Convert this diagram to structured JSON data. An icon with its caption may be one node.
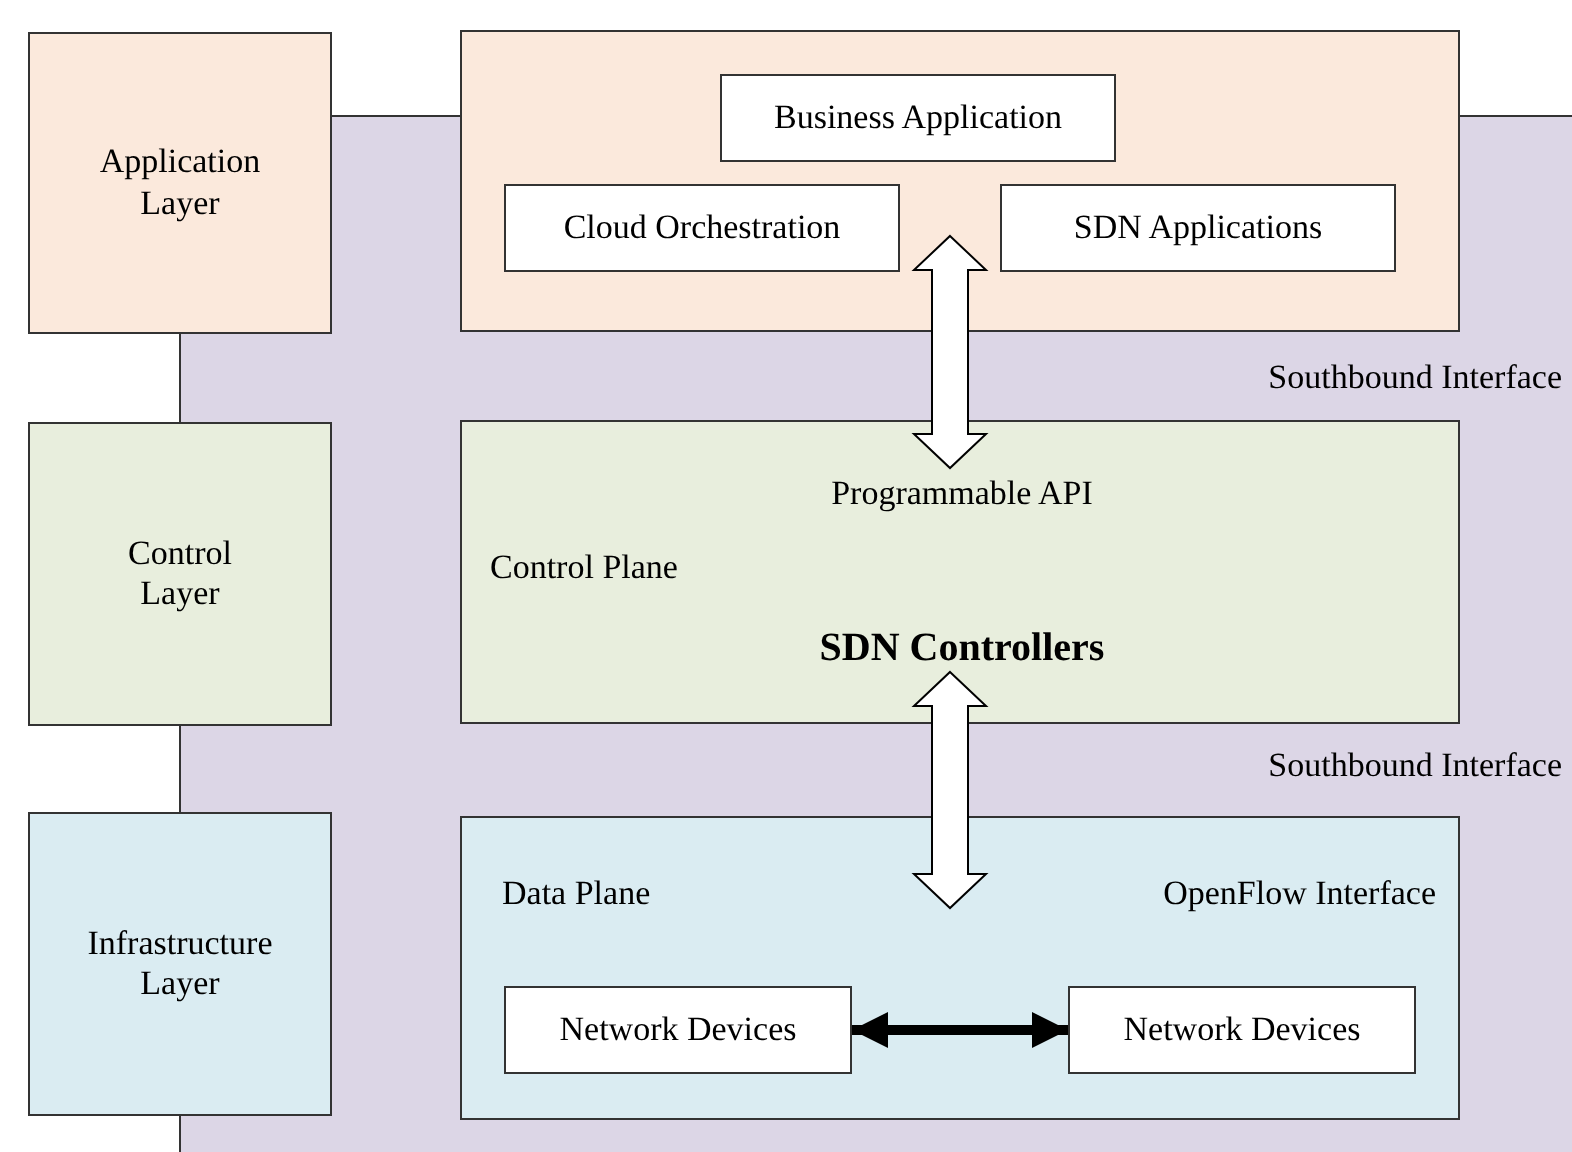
{
  "diagram": {
    "nodes": [
      {
        "text": [
          "Application Layer"
        ]
      },
      {
        "text": [],
        "shape": "box"
      },
      {
        "text": [
          "Business Application"
        ],
        "in": 1
      },
      {
        "text": [
          "Cloud Orchestration"
        ],
        "in": 1
      },
      {
        "text": [
          "SDN Applications"
        ],
        "in": 1
      },
      {
        "text": [
          "Control Layer"
        ]
      },
      {
        "text": [
          "Programmable API",
          "Control Plane",
          "SDN Controllers"
        ]
      },
      {
        "text": [
          "Infrastructure Layer"
        ]
      },
      {
        "text": [
          "Data Plane",
          "OpenFlow Interface"
        ]
      },
      {
        "text": [
          "Network Devices"
        ],
        "in": 8
      },
      {
        "text": [
          "Network Devices"
        ],
        "in": 8
      }
    ],
    "edges": [
      {
        "from": 1,
        "to": 6,
        "arrow": "both"
      },
      {
        "from": 6,
        "to": 8,
        "arrow": "both"
      },
      {
        "from": 9,
        "to": 10,
        "arrow": "both"
      }
    ],
    "labels": [
      "Southbound Interface",
      "Southbound Interface"
    ]
  }
}
